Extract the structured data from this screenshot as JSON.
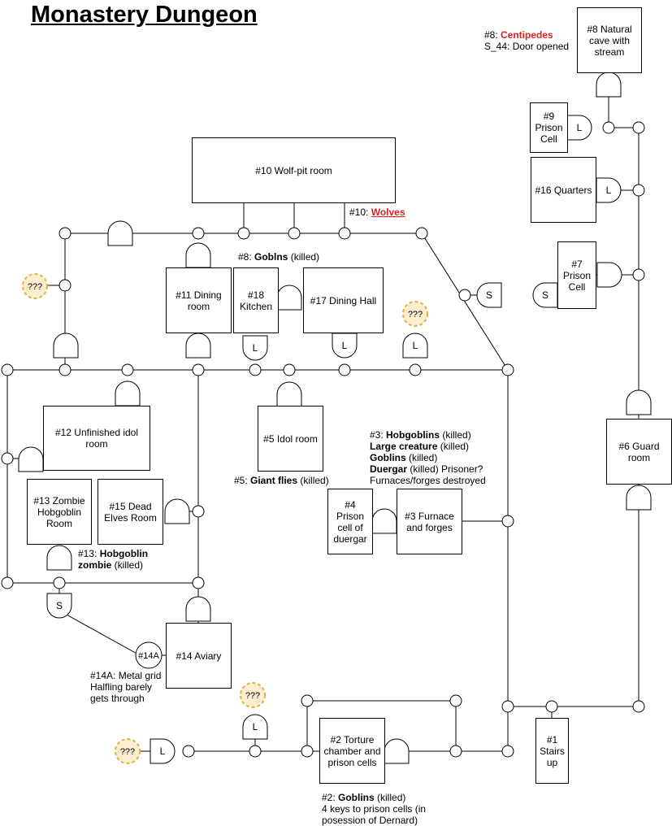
{
  "title": "Monastery Dungeon",
  "rooms": {
    "r8": "#8 Natural cave with stream",
    "r9": "#9 Prison Cell",
    "r16": "#16 Quarters",
    "r10": "#10 Wolf-pit room",
    "r7": "#7 Prison Cell",
    "r11": "#11 Dining room",
    "r18": "#18 Kitchen",
    "r17": "#17 Dining Hall",
    "r12": "#12 Unfinished idol room",
    "r5": "#5 Idol room",
    "r6": "#6 Guard room",
    "r13": "#13 Zombie Hobgoblin Room",
    "r15": "#15 Dead Elves Room",
    "r4": "#4 Prison cell of duergar",
    "r3": "#3 Furnace and forges",
    "r14": "#14 Aviary",
    "r2": "#2 Torture chamber and prison cells",
    "r1": "#1 Stairs up"
  },
  "notes": {
    "n8_prefix": "#8: ",
    "n8_monster": "Centipedes",
    "n8_s44": "S_44: Door opened",
    "n10_prefix": "#10: ",
    "n10_monster": "Wolves",
    "n8b_prefix": "#8: ",
    "n8b_monster": "Goblns",
    "n8b_status": " (killed)",
    "n5_prefix": "#5: ",
    "n5_monster": "Giant flies",
    "n5_status": " (killed)",
    "n3_l1_prefix": "#3: ",
    "n3_l1_monster": "Hobgoblins",
    "n3_l1_status": " (killed)",
    "n3_l2_monster": "Large creature",
    "n3_l2_status": " (killed)",
    "n3_l3_monster": "Goblins",
    "n3_l4_status": "(killed)",
    "n3_l5_monster": "Duergar",
    "n3_l5_status": " (killed) Prisoner?",
    "n3_l6": "Furnaces/forges destroyed",
    "n13_prefix": "#13: ",
    "n13_monster1": "Hobgoblin",
    "n13_monster2": "zombie",
    "n13_status": " (killed)",
    "n14a_l1": "#14A: Metal grid",
    "n14a_l2": "Halfling barely",
    "n14a_l3": "gets through",
    "n2_prefix": "#2: ",
    "n2_monster": "Goblins",
    "n2_status": " (killed)",
    "n2_l2": "4 keys to prison cells (in",
    "n2_l3": "posession of Dernard)"
  },
  "symbols": {
    "locked": "L",
    "secret": "S",
    "unknown": "???",
    "grid_14a": "#14A"
  },
  "colors": {
    "line": "#000000",
    "unknown_fill": "#fdeecf",
    "unknown_stroke": "#e2b04a",
    "monster_red": "#e0201e"
  }
}
